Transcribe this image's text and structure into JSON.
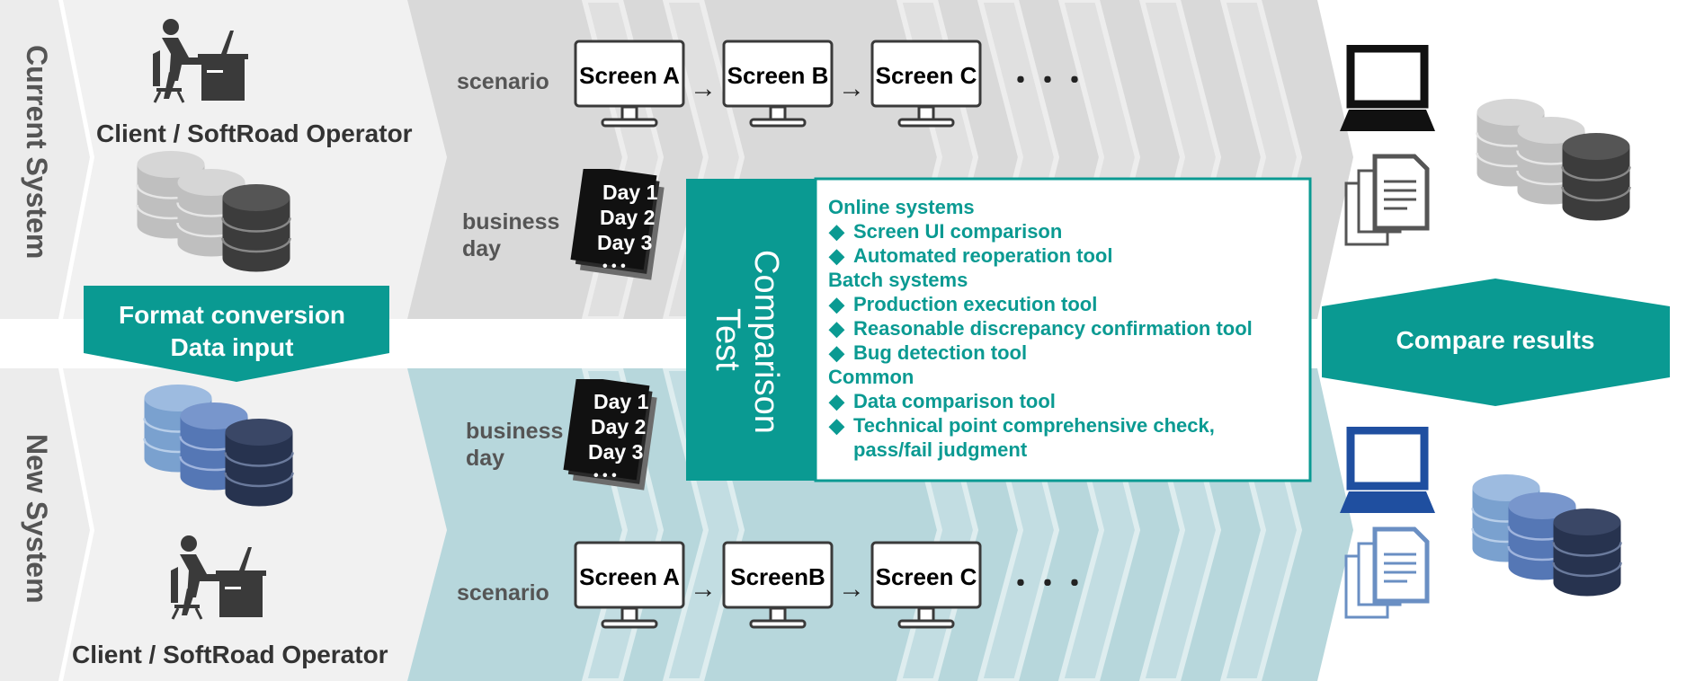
{
  "colors": {
    "teal": "#0a9a92",
    "current_band": "#d9d9d9",
    "new_band": "#b7d7dc"
  },
  "current_system": {
    "title": "Current System",
    "operator_label": "Client / SoftRoad Operator",
    "scenario_label": "scenario",
    "business_day_label_1": "business",
    "business_day_label_2": "day",
    "screens": [
      "Screen A",
      "Screen B",
      "Screen C"
    ],
    "days": [
      "Day 1",
      "Day 2",
      "Day 3"
    ],
    "ellipsis": "・・・",
    "doc_dots": "• • •"
  },
  "new_system": {
    "title": "New System",
    "operator_label": "Client / SoftRoad Operator",
    "scenario_label": "scenario",
    "business_day_label_1": "business",
    "business_day_label_2": "day",
    "screens": [
      "Screen A",
      "ScreenB",
      "Screen C"
    ],
    "days": [
      "Day 1",
      "Day 2",
      "Day 3"
    ],
    "ellipsis": "・・・",
    "doc_dots": "• • •"
  },
  "format_conversion": {
    "line1": "Format conversion",
    "line2": "Data input"
  },
  "comparison_test": {
    "title_line1": "Comparison",
    "title_line2": "Test",
    "sections": [
      {
        "heading": "Online systems",
        "items": [
          "Screen UI comparison",
          "Automated reoperation tool"
        ]
      },
      {
        "heading": "Batch systems",
        "items": [
          "Production execution tool",
          "Reasonable discrepancy confirmation tool",
          "Bug detection tool"
        ]
      },
      {
        "heading": "Common",
        "items": [
          "Data comparison tool",
          "Technical point comprehensive check,",
          "pass/fail judgment"
        ]
      }
    ],
    "bullet": "◆"
  },
  "compare_results": {
    "label": "Compare results"
  },
  "arrow_glyph": "→"
}
